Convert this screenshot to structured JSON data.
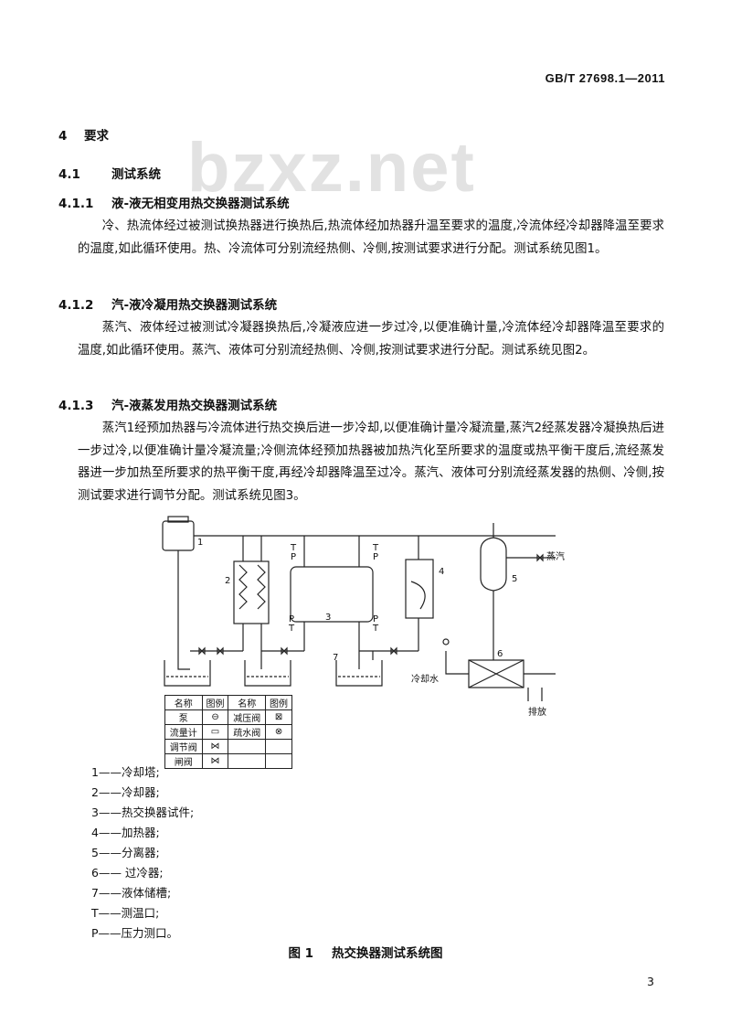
{
  "header": {
    "standard_number": "GB/T 27698.1—2011"
  },
  "watermark": "bzxz.net",
  "section4": {
    "number": "4",
    "title": "要求"
  },
  "s41": {
    "number": "4.1",
    "title": "测试系统"
  },
  "s411": {
    "number": "4.1.1",
    "title": "液-液无相变用热交换器测试系统",
    "text": "冷、热流体经过被测试换热器进行换热后,热流体经加热器升温至要求的温度,冷流体经冷却器降温至要求的温度,如此循环使用。热、冷流体可分别流经热侧、冷侧,按测试要求进行分配。测试系统见图1。"
  },
  "s412": {
    "number": "4.1.2",
    "title": "汽-液冷凝用热交换器测试系统",
    "text": "蒸汽、液体经过被测试冷凝器换热后,冷凝液应进一步过冷,以便准确计量,冷流体经冷却器降温至要求的温度,如此循环使用。蒸汽、液体可分别流经热侧、冷侧,按测试要求进行分配。测试系统见图2。"
  },
  "s413": {
    "number": "4.1.3",
    "title": "汽-液蒸发用热交换器测试系统",
    "text": "蒸汽1经预加热器与冷流体进行热交换后进一步冷却,以便准确计量冷凝流量,蒸汽2经蒸发器冷凝换热后进一步过冷,以便准确计量冷凝流量;冷侧流体经预加热器被加热汽化至所要求的温度或热平衡干度后,流经蒸发器进一步加热至所要求的热平衡干度,再经冷却器降温至过冷。蒸汽、液体可分别流经蒸发器的热侧、冷侧,按测试要求进行调节分配。测试系统见图3。"
  },
  "diagram": {
    "labels": {
      "n1": "1",
      "n2": "2",
      "n3": "3",
      "n4": "4",
      "n5": "5",
      "n6": "6",
      "n7": "7",
      "T": "T",
      "P": "P",
      "steam": "蒸汽",
      "cooling_water": "冷却水",
      "drain": "排放"
    },
    "symbol_table": {
      "headers": [
        "名称",
        "图例",
        "名称",
        "图例"
      ],
      "rows": [
        [
          "泵",
          "pump",
          "减压阀",
          "reducer"
        ],
        [
          "流量计",
          "flowmeter",
          "疏水阀",
          "trap"
        ],
        [
          "调节阀",
          "control-valve",
          "",
          ""
        ],
        [
          "闸阀",
          "gate-valve",
          "",
          ""
        ]
      ]
    }
  },
  "legend": [
    "1——冷却塔;",
    "2——冷却器;",
    "3——热交换器试件;",
    "4——加热器;",
    "5——分离器;",
    "6—— 过冷器;",
    "7——液体储槽;",
    "T——测温口;",
    "P——压力测口。"
  ],
  "figure": {
    "label": "图 1",
    "title": "热交换器测试系统图"
  },
  "page_number": "3"
}
